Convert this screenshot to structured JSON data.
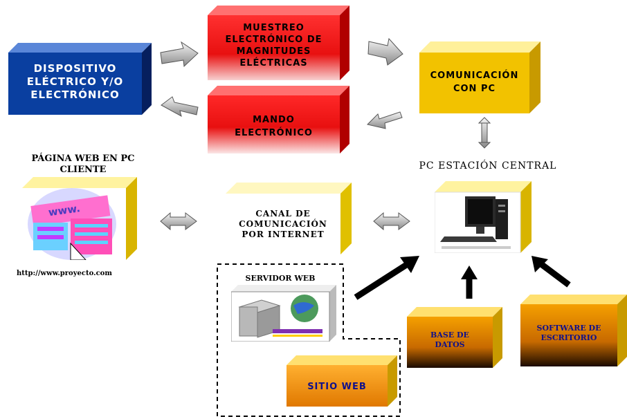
{
  "boxes": {
    "dispositivo": "DISPOSITIVO\nELÉCTRICO Y/O\nELECTRÓNICO",
    "muestreo": "MUESTREO\nELECTRÓNICO DE\nMAGNITUDES\nELÉCTRICAS",
    "mando": "MANDO\nELECTRÓNICO",
    "comunicacion_pc": "COMUNICACIÓN\nCON PC",
    "canal": "CANAL DE\nCOMUNICACIÓN\nPOR INTERNET",
    "base_datos": "BASE DE\nDATOS",
    "software": "SOFTWARE DE\nESCRITORIO",
    "sitio_web": "SITIO WEB"
  },
  "labels": {
    "pagina_web": "PÁGINA WEB EN PC\nCLIENTE",
    "pc_estacion": "PC ESTACIÓN CENTRAL",
    "url": "http://www.proyecto.com",
    "servidor_web": "SERVIDOR WEB"
  },
  "colors": {
    "blue_front": "#0a3fa0",
    "red_front": "#e01818",
    "yellow_front": "#f2c200",
    "orange_gradient_top": "#f5a000",
    "sitio_front": "#ff9a1a"
  }
}
